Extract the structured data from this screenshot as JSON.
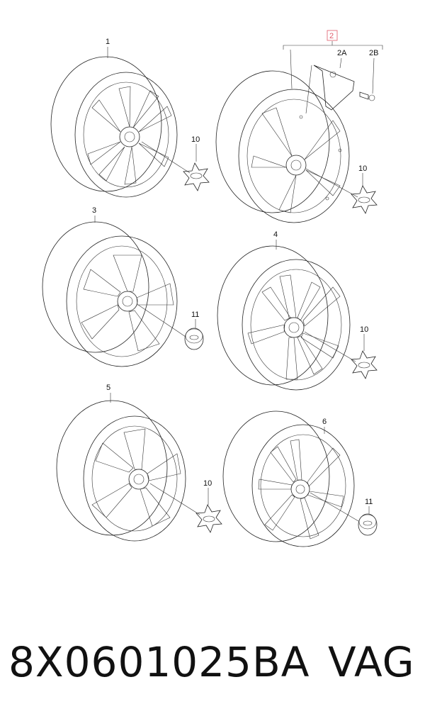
{
  "labels": {
    "wheel1": "1",
    "kit2": "2",
    "kit2a": "2A",
    "kit2b": "2B",
    "wheel3": "3",
    "wheel4": "4",
    "wheel5": "5",
    "wheel6": "6",
    "cap_a": "10",
    "cap_b": "10",
    "cap_c": "11",
    "cap_d": "10",
    "cap_e": "10",
    "cap_f": "11"
  },
  "footer": {
    "part_number": "8X0601025BA",
    "brand": "VAG"
  },
  "colors": {
    "kit_highlight": "#e05a6a",
    "line": "#222222"
  }
}
